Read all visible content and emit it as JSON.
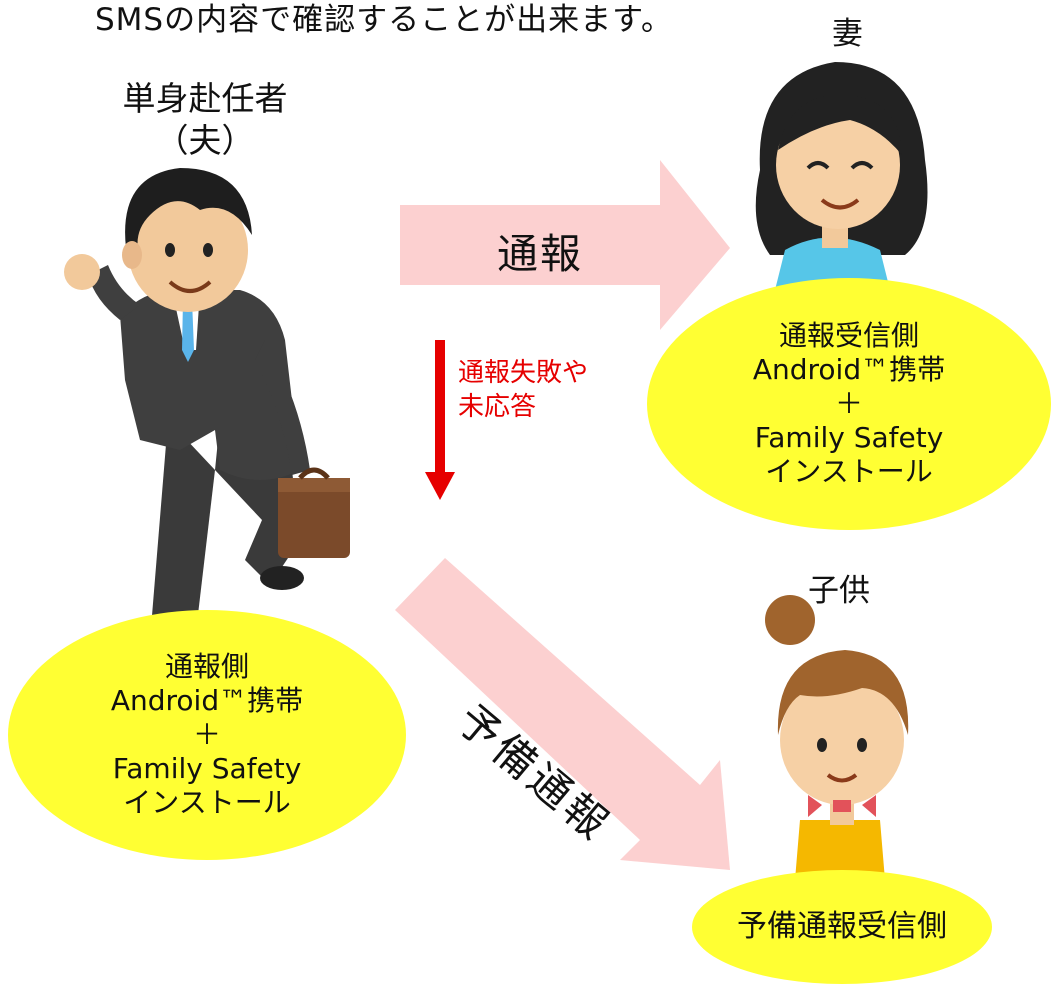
{
  "caption": "SMSの内容で確認することが出来ます。",
  "people": {
    "husband": {
      "label_line1": "単身赴任者",
      "label_line2": "（夫）"
    },
    "wife": {
      "label": "妻"
    },
    "child": {
      "label": "子供"
    }
  },
  "arrows": {
    "notify": {
      "label": "通報"
    },
    "backup": {
      "label": "予備通報"
    },
    "failure": {
      "label_line1": "通報失敗や",
      "label_line2": "未応答"
    }
  },
  "bubbles": {
    "sender": {
      "line1": "通報側",
      "line2": "Android™携帯",
      "line3": "＋",
      "line4": "Family Safety",
      "line5": "インストール"
    },
    "receiver": {
      "line1": "通報受信側",
      "line2": "Android™携帯",
      "line3": "＋",
      "line4": "Family Safety",
      "line5": "インストール"
    },
    "backup_receiver": {
      "line1": "予備通報受信側"
    }
  },
  "colors": {
    "bubble_fill": "#ffff33",
    "arrow_fill": "#fcd0d0",
    "failure_arrow": "#e60000",
    "failure_text": "#e60000",
    "text": "#111111"
  }
}
